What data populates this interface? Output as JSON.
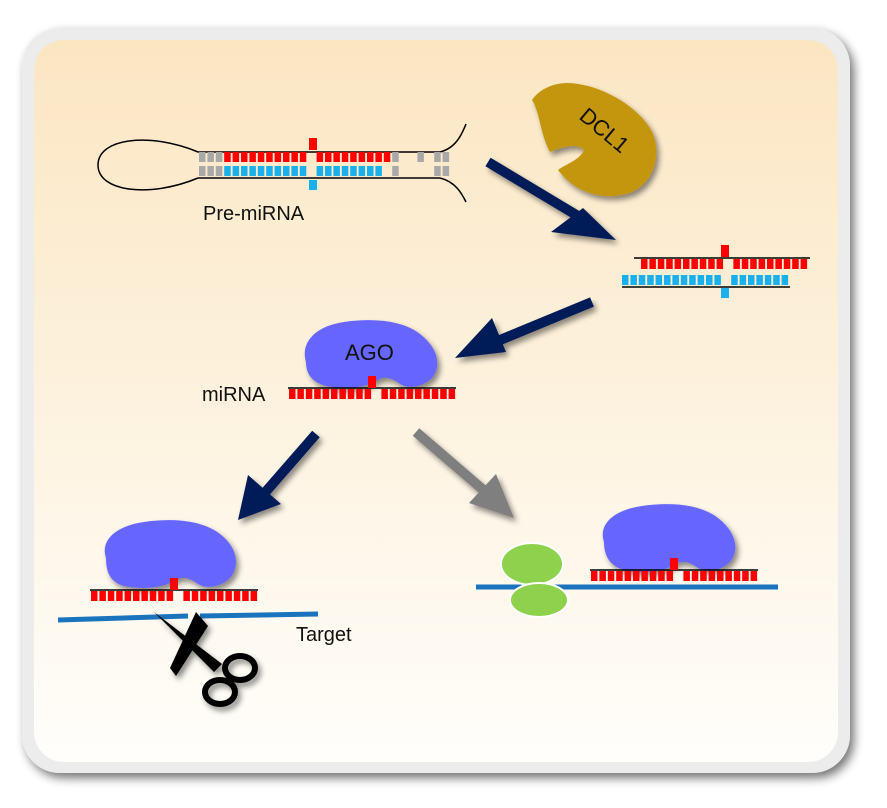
{
  "labels": {
    "pre_mirna": "Pre-miRNA",
    "dcl1": "DCL1",
    "ago": "AGO",
    "mirna": "miRNA",
    "target": "Target"
  },
  "colors": {
    "panel_top": "#fbe6c2",
    "panel_bottom": "#fffefb",
    "frame": "#e4e4e4",
    "guide_strand": "#ff0000",
    "passenger_strand": "#1ab0ec",
    "unpaired_base": "#a9a9a9",
    "dcl1_enzyme": "#c4960a",
    "ago_protein": "#6666ff",
    "ribosome": "#8ed14c",
    "target_mrna": "#1a74bd",
    "arrow_main": "#061c58",
    "arrow_alt": "#7f7f7f",
    "scissors": "#000000"
  },
  "icons": {
    "cleavage": "scissors-icon",
    "enzyme": "dcl1-blob-icon",
    "protein": "ago-blob-icon",
    "ribosome": "ribosome-icon"
  }
}
